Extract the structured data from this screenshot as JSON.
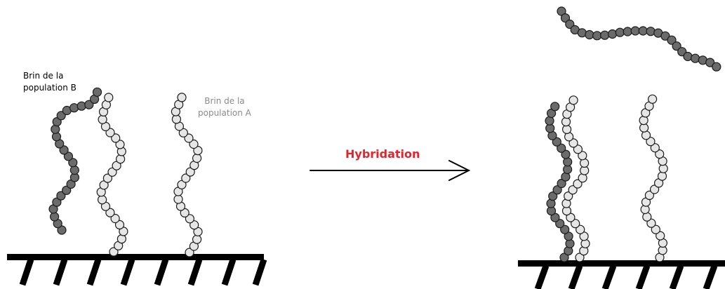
{
  "labels": {
    "strand_b_line1": "Brin de la",
    "strand_b_line2": "population B",
    "strand_a_line1": "Brin de la",
    "strand_a_line2": "population A",
    "arrow": "Hybridation"
  },
  "colors": {
    "strand_a_fill": "#e6e6e6",
    "strand_b_fill": "#6b6b6b",
    "bead_stroke": "#1a1a1a",
    "surface": "#000000",
    "arrow_label": "#e8222a",
    "label_a": "#8a8a8a",
    "label_b": "#000000"
  }
}
